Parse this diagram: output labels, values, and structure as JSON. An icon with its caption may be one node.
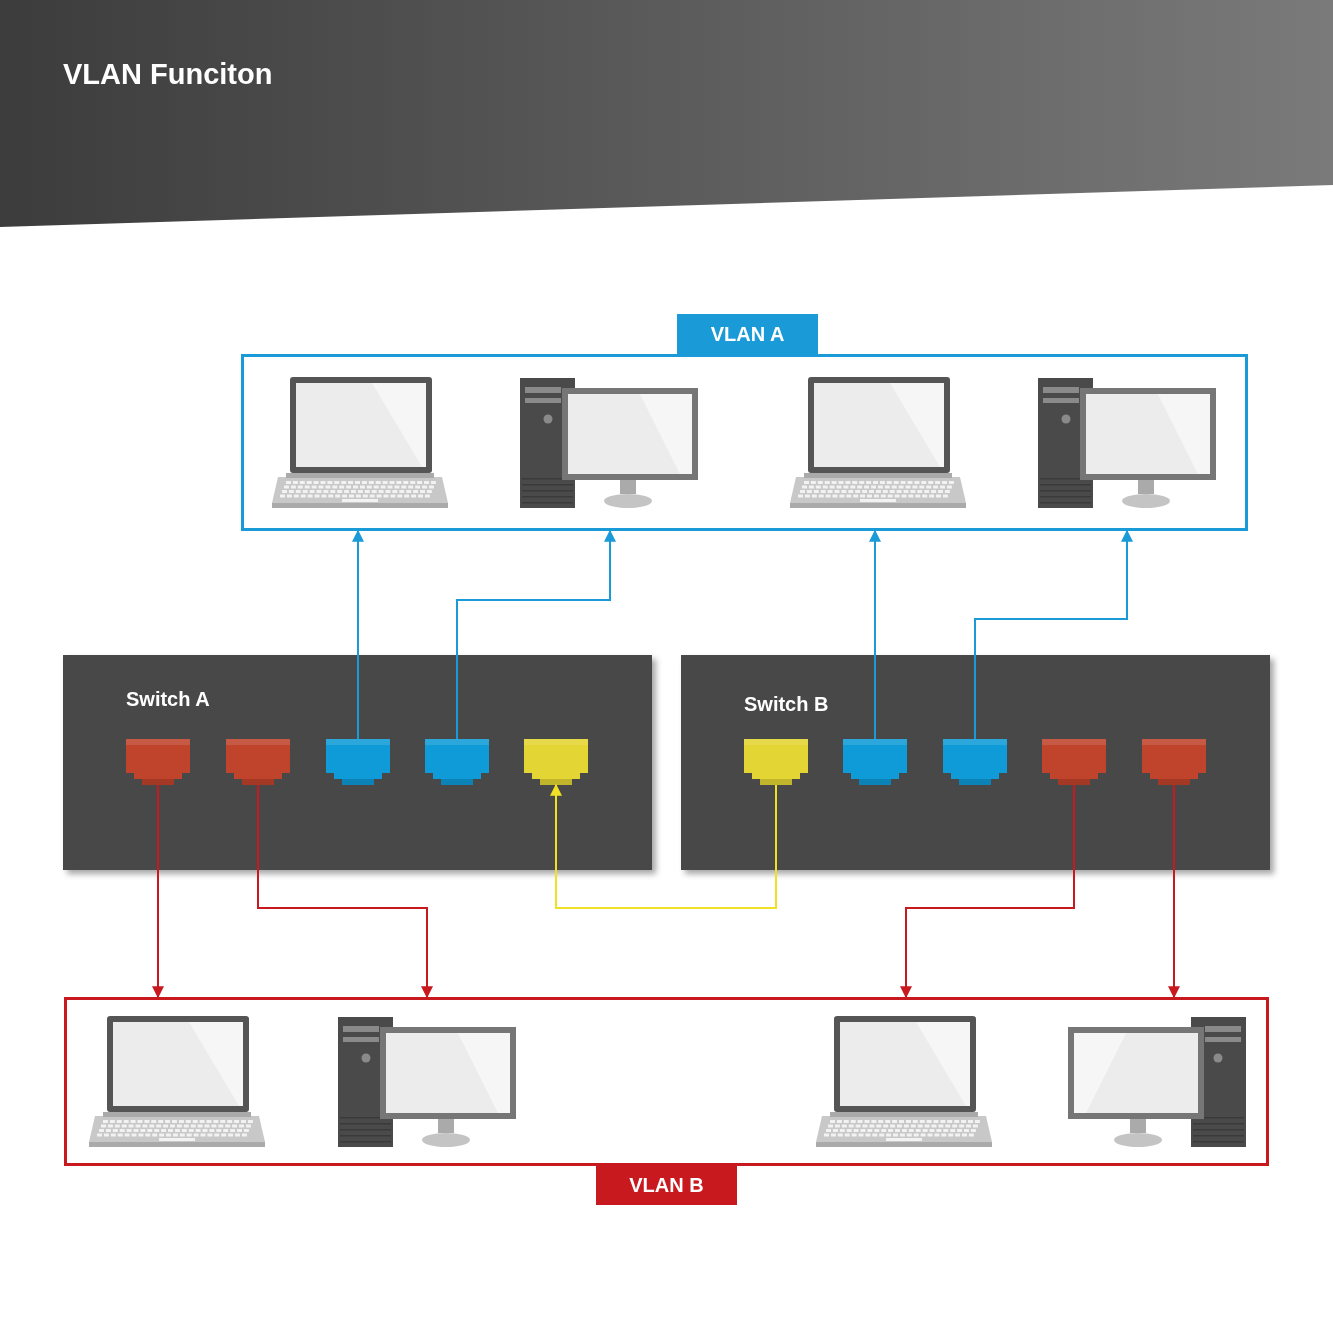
{
  "diagram": {
    "title": "VLAN Funciton",
    "nodes": [
      {
        "text": [
          "VLAN A"
        ]
      },
      {
        "text": [],
        "shape": "laptop",
        "in": 0
      },
      {
        "text": [],
        "shape": "computer",
        "in": 0
      },
      {
        "text": [],
        "shape": "laptop",
        "in": 0
      },
      {
        "text": [],
        "shape": "computer",
        "in": 0
      },
      {
        "text": [
          "Switch A"
        ]
      },
      {
        "text": [],
        "shape": "port",
        "in": 5
      },
      {
        "text": [],
        "shape": "port",
        "in": 5
      },
      {
        "text": [],
        "shape": "port",
        "in": 5
      },
      {
        "text": [],
        "shape": "port",
        "in": 5
      },
      {
        "text": [],
        "shape": "port",
        "in": 5
      },
      {
        "text": [
          "Switch B"
        ]
      },
      {
        "text": [],
        "shape": "port",
        "in": 11
      },
      {
        "text": [],
        "shape": "port",
        "in": 11
      },
      {
        "text": [],
        "shape": "port",
        "in": 11
      },
      {
        "text": [],
        "shape": "port",
        "in": 11
      },
      {
        "text": [],
        "shape": "port",
        "in": 11
      },
      {
        "text": [
          "VLAN B"
        ]
      },
      {
        "text": [],
        "shape": "laptop",
        "in": 17
      },
      {
        "text": [],
        "shape": "computer",
        "in": 17
      },
      {
        "text": [],
        "shape": "laptop",
        "in": 17
      },
      {
        "text": [],
        "shape": "computer",
        "in": 17
      }
    ],
    "edges": [
      {
        "from": 8,
        "to": 0,
        "arrow": "to",
        "color": "#1a9ad6"
      },
      {
        "from": 9,
        "to": 0,
        "arrow": "to",
        "color": "#1a9ad6"
      },
      {
        "from": 13,
        "to": 0,
        "arrow": "to",
        "color": "#1a9ad6"
      },
      {
        "from": 14,
        "to": 0,
        "arrow": "to",
        "color": "#1a9ad6"
      },
      {
        "from": 12,
        "to": 10,
        "arrow": "to",
        "color": "#f0e026"
      },
      {
        "from": 6,
        "to": 17,
        "arrow": "to",
        "color": "#c8191f"
      },
      {
        "from": 7,
        "to": 17,
        "arrow": "to",
        "color": "#c8191f"
      },
      {
        "from": 15,
        "to": 17,
        "arrow": "to",
        "color": "#c8191f"
      },
      {
        "from": 16,
        "to": 17,
        "arrow": "to",
        "color": "#c8191f"
      }
    ]
  }
}
